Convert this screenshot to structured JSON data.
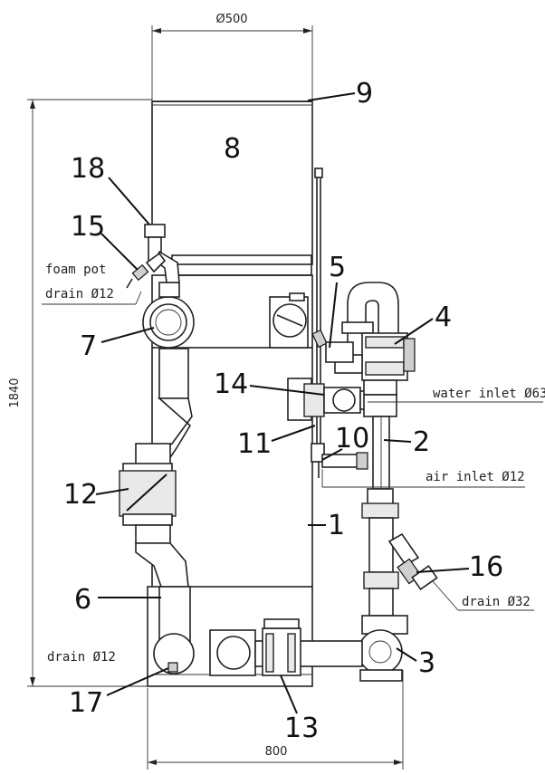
{
  "dimensions": {
    "top_width": "Ø500",
    "height": "1840",
    "bottom_width": "800"
  },
  "labels": {
    "foam_pot": "foam pot",
    "foam_drain": "drain Ø12",
    "water_inlet": "water inlet Ø63",
    "air_inlet": "air inlet Ø12",
    "drain_32": "drain Ø32",
    "drain_12_bottom": "drain Ø12"
  },
  "callouts": [
    "1",
    "2",
    "3",
    "4",
    "5",
    "6",
    "7",
    "8",
    "9",
    "10",
    "11",
    "12",
    "13",
    "14",
    "15",
    "16",
    "17",
    "18"
  ]
}
